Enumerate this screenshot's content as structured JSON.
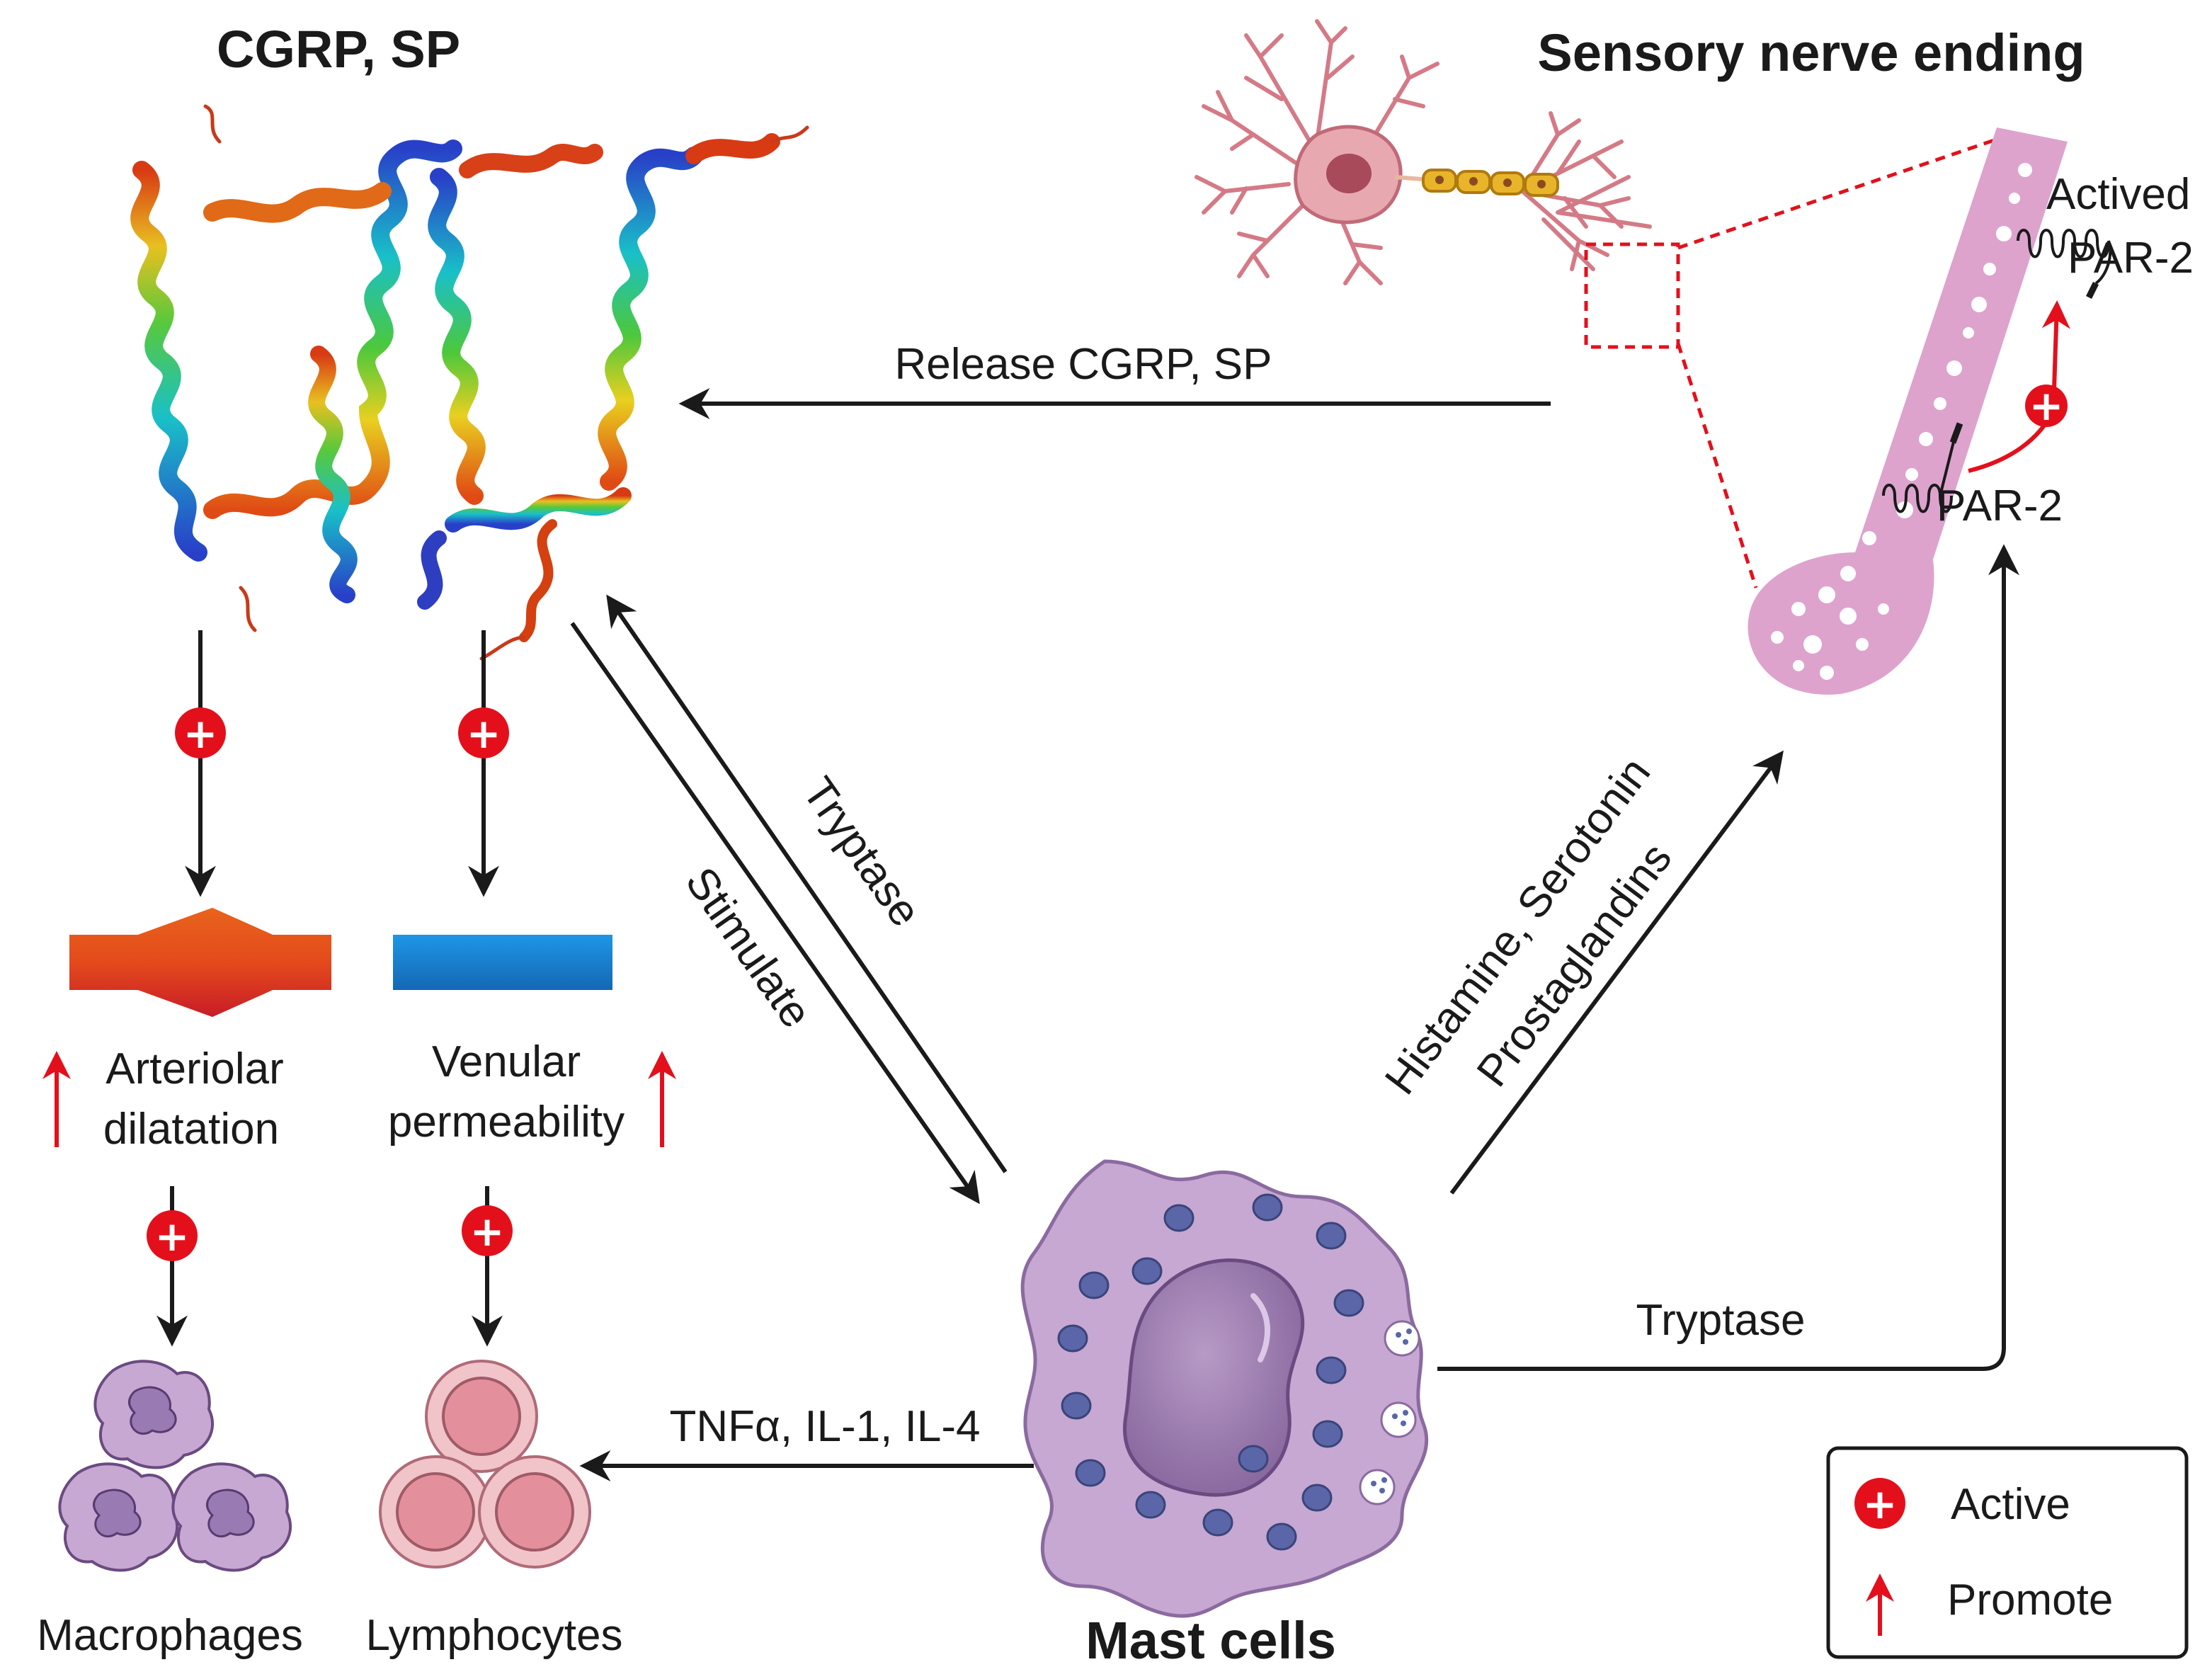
{
  "titles": {
    "cgrp_sp": "CGRP, SP",
    "sensory": "Sensory nerve ending",
    "mast": "Mast cells"
  },
  "arrows": {
    "release": "Release CGRP, SP",
    "tryptase_up": "Tryptase",
    "stimulate": "Stimulate",
    "histamine": "Histamine, Serotonin",
    "prostaglandins": "Prostaglandins",
    "tryptase_right": "Tryptase",
    "cytokines": "TNFα, IL-1, IL-4"
  },
  "labels": {
    "actived": "Actived",
    "par2_active": "PAR-2",
    "par2": "PAR-2",
    "arteriolar": "Arteriolar",
    "dilatation": "dilatation",
    "venular": "Venular",
    "permeability": "permeability",
    "macrophages": "Macrophages",
    "lymphocytes": "Lymphocytes"
  },
  "legend": {
    "active": "Active",
    "promote": "Promote"
  },
  "colors": {
    "active_red": "#e3101c",
    "arrow": "#1a1a1a",
    "nerve_pink": "#dda3cd",
    "mast_purple": "#c6a8d2",
    "vessel_blue": "#1a7fd0",
    "artery_red": "#e04a20"
  }
}
